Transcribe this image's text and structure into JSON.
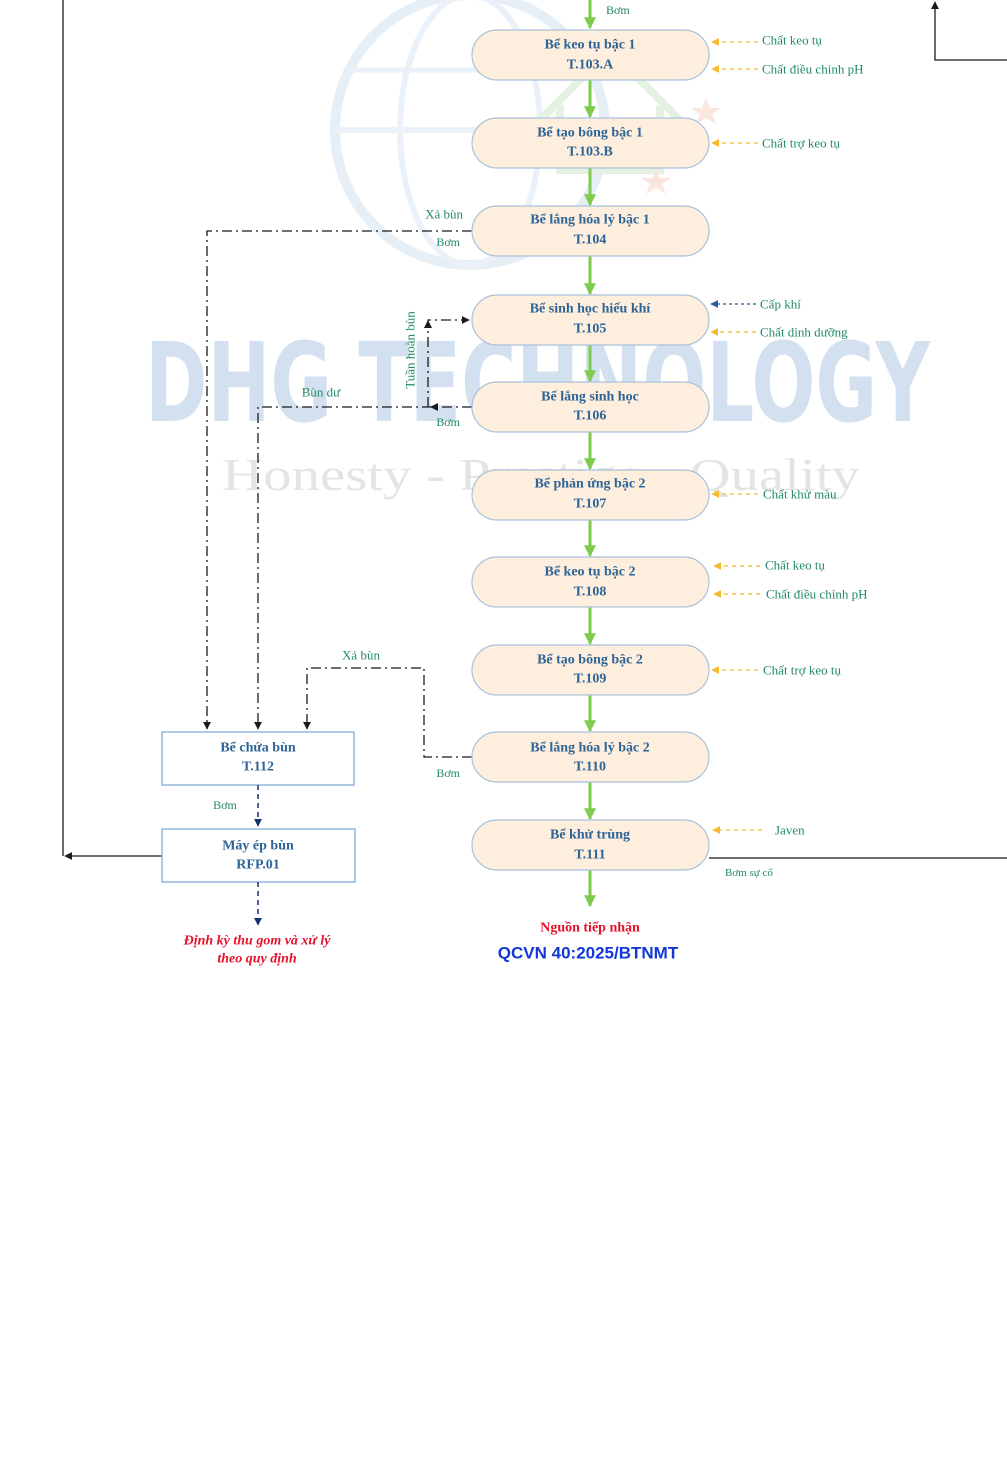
{
  "colors": {
    "water_flow": "#7fcb4e",
    "chemical_dosing": "#f5b82e",
    "air_supply": "#2b5c9e",
    "sludge_line": "#1a1a1a",
    "sludge_transfer": "#14306e",
    "tank_fill": "#fdeedd",
    "tank_border": "#a9c2dc",
    "tank_text": "#2e6496",
    "label_text": "#22896a",
    "receiver_text": "#e3122a",
    "standard_text": "#1236d8",
    "watermark_brand": "#d3e0ef",
    "watermark_tagline": "#e4e4e4"
  },
  "watermark": {
    "brand": "DHG TECHNOLOGY",
    "tagline": "Honesty - Prestige - Quality"
  },
  "inlet": {
    "pump_label": "Bơm"
  },
  "tanks": [
    {
      "name": "Bể keo tụ bậc 1",
      "code": "T.103.A",
      "inputs": [
        "Chất keo tụ",
        "Chất điều chỉnh pH"
      ]
    },
    {
      "name": "Bể tạo bông bậc 1",
      "code": "T.103.B",
      "inputs": [
        "Chất trợ keo tụ"
      ]
    },
    {
      "name": "Bể lắng hóa lý bậc 1",
      "code": "T.104",
      "inputs": []
    },
    {
      "name": "Bể sinh học hiếu khí",
      "code": "T.105",
      "inputs": [
        "Cấp khí",
        "Chất dinh dưỡng"
      ]
    },
    {
      "name": "Bể lắng sinh học",
      "code": "T.106",
      "inputs": []
    },
    {
      "name": "Bể phản ứng bậc 2",
      "code": "T.107",
      "inputs": [
        "Chất khử màu"
      ]
    },
    {
      "name": "Bể keo tụ bậc 2",
      "code": "T.108",
      "inputs": [
        "Chất keo tụ",
        "Chất điều chỉnh pH"
      ]
    },
    {
      "name": "Bể tạo bông bậc 2",
      "code": "T.109",
      "inputs": [
        "Chất trợ keo tụ"
      ]
    },
    {
      "name": "Bể lắng hóa lý bậc 2",
      "code": "T.110",
      "inputs": []
    },
    {
      "name": "Bể khử trùng",
      "code": "T.111",
      "inputs": [
        "Javen"
      ]
    }
  ],
  "sludge": {
    "t104_discharge_label": "Xả bùn",
    "t104_pump_label": "Bơm",
    "t106_excess_label": "Bùn dư",
    "t106_pump_label": "Bơm",
    "recirculation_label": "Tuần hoàn bùn",
    "t110_discharge_label": "Xả bùn",
    "t110_pump_label": "Bơm",
    "sludge_tank": {
      "name": "Bể chứa bùn",
      "code": "T.112"
    },
    "transfer_pump_label": "Bơm",
    "filter_press": {
      "name": "Máy ép bùn",
      "code": "RFP.01"
    },
    "disposal_note": [
      "Định kỳ thu gom và xử lý",
      "theo quy định"
    ]
  },
  "emergency": {
    "pump_label": "Bơm sự cố"
  },
  "discharge": {
    "receiver": "Nguồn tiếp nhận",
    "standard": "QCVN 40:2025/BTNMT"
  }
}
